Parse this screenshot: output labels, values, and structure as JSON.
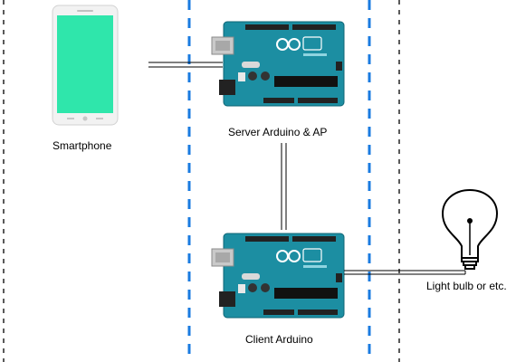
{
  "diagram": {
    "labels": {
      "smartphone": "Smartphone",
      "server": "Server Arduino & AP",
      "client": "Client Arduino",
      "bulb": "Light bulb or etc."
    },
    "colors": {
      "phone_screen": "#2fe6ab",
      "phone_body": "#f2f2f2",
      "board": "#1c8ea2",
      "board_dark": "#0f6576",
      "chip": "#111111",
      "blue_dash": "#1a7be0",
      "black_dash": "#222222"
    }
  }
}
